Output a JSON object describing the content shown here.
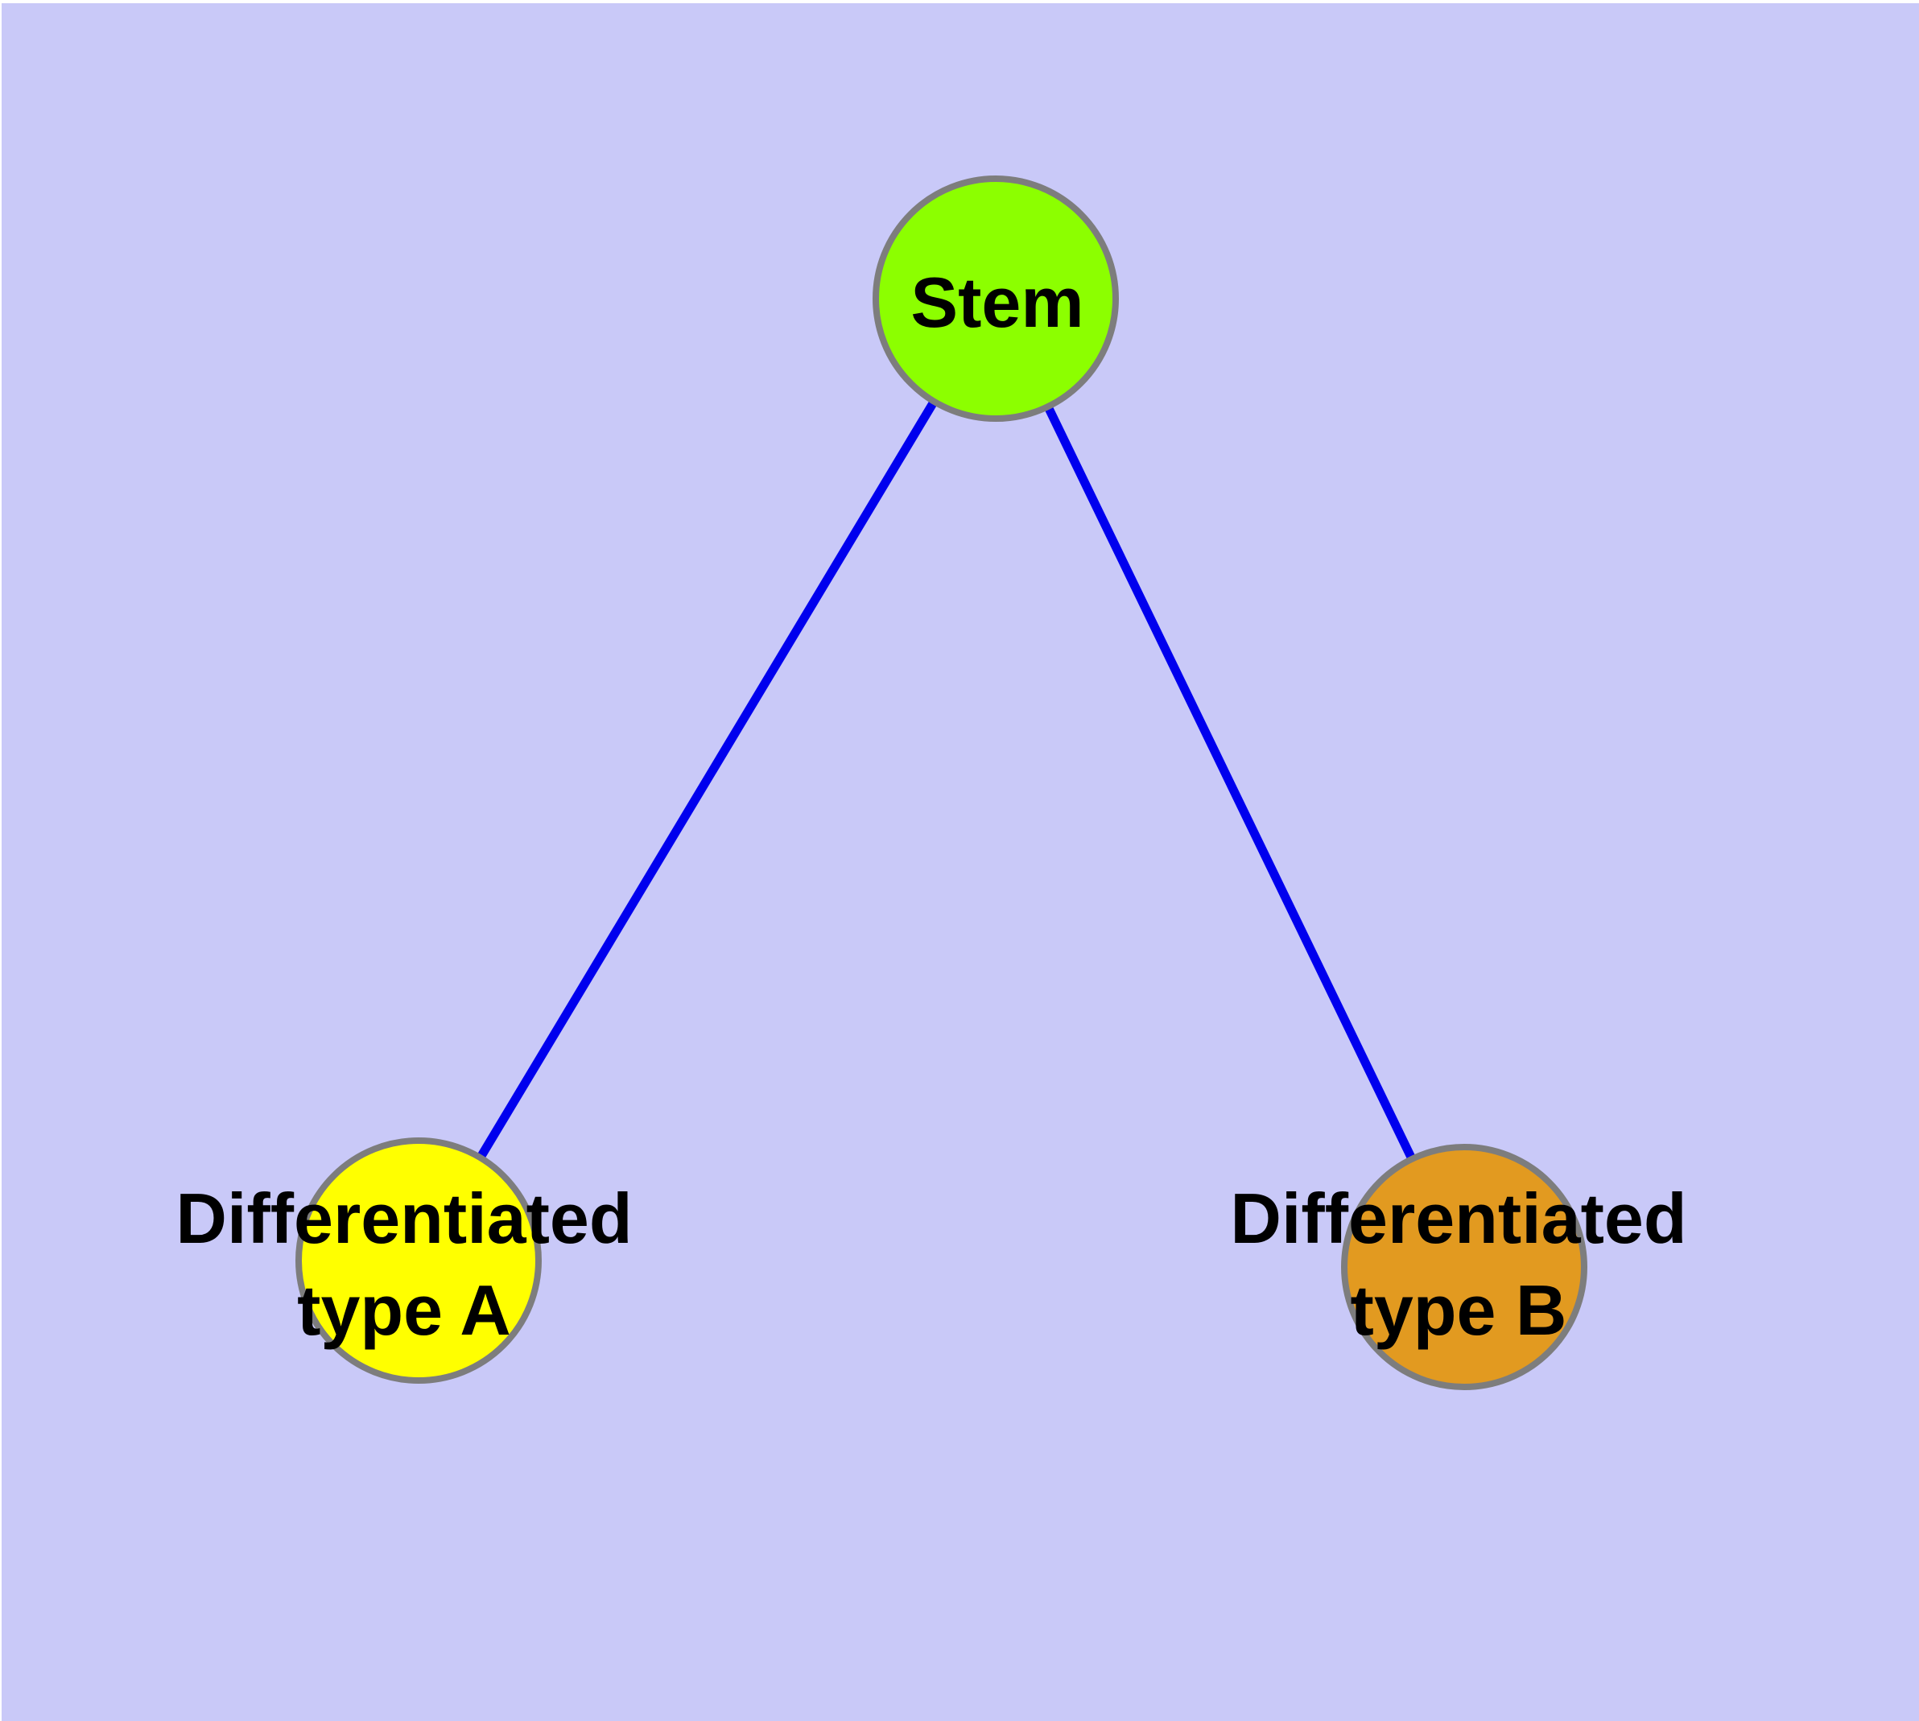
{
  "diagram": {
    "type": "graph",
    "page_color": "#FFFFFF",
    "background_color": "#C9C9F8",
    "edge_color": "#0000EE",
    "node_border_color": "#7D7D7D",
    "label_color": "#000000",
    "nodes": [
      {
        "id": "stem",
        "label": "Stem",
        "fill": "#8CFF00"
      },
      {
        "id": "differentiated-type-a",
        "label_line1": "Differentiated",
        "label_line2": "type A",
        "fill": "#FFFF00"
      },
      {
        "id": "differentiated-type-b",
        "label_line1": "Differentiated",
        "label_line2": "type B",
        "fill": "#E29A20"
      }
    ],
    "edges": [
      {
        "from": "Stem",
        "to": "Differentiated type A"
      },
      {
        "from": "Stem",
        "to": "Differentiated type B"
      }
    ]
  }
}
